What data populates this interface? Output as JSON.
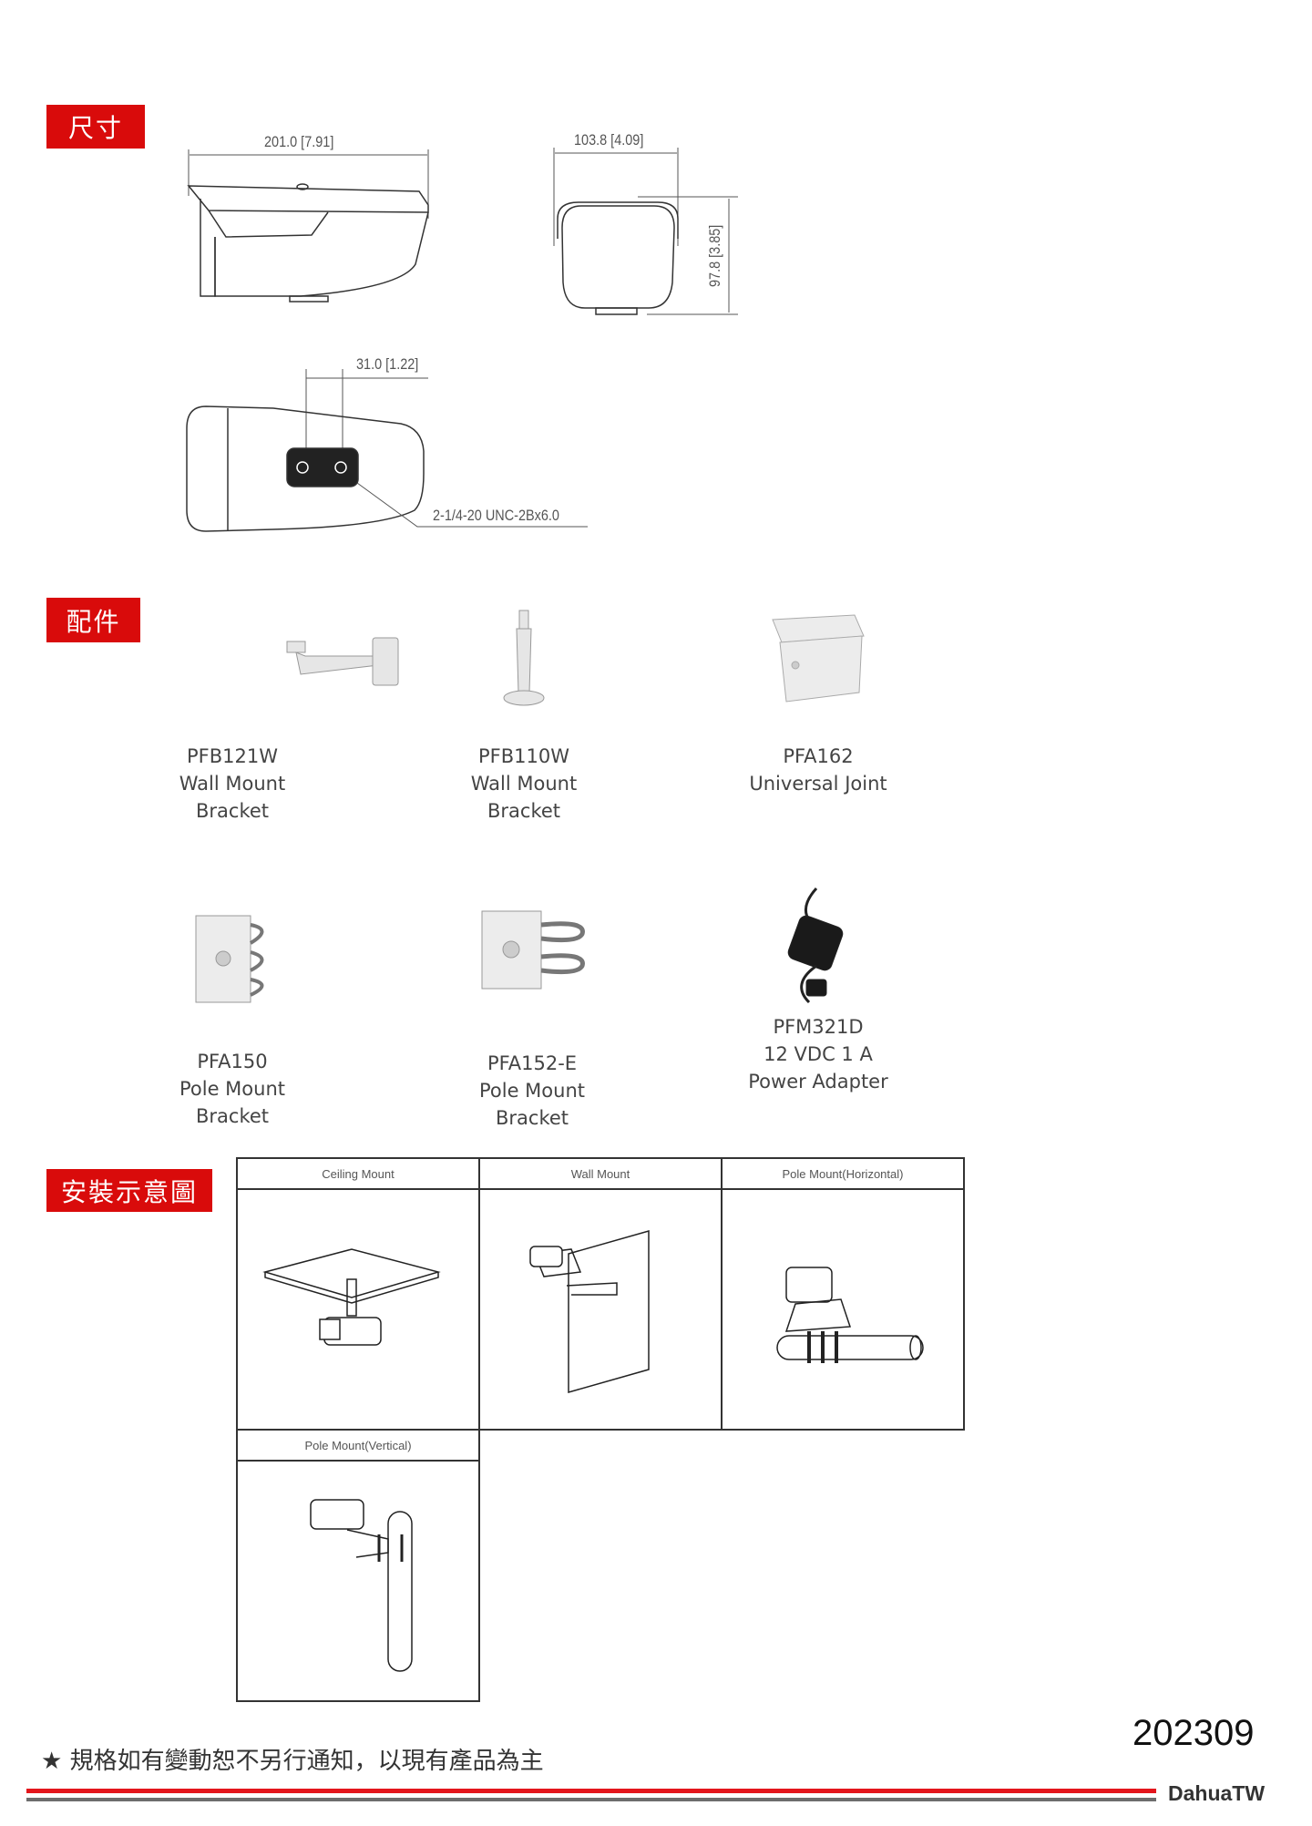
{
  "sections": {
    "dimensions": "尺寸",
    "accessories": "配件",
    "installation": "安裝示意圖"
  },
  "dimensions": {
    "length": "201.0 [7.91]",
    "width": "103.8 [4.09]",
    "height": "97.8 [3.85]",
    "hole_spacing": "31.0 [1.22]",
    "thread": "2-1/4-20 UNC-2Bx6.0"
  },
  "accessories": [
    {
      "model": "PFB121W",
      "line1": "Wall Mount",
      "line2": "Bracket",
      "icon": "wall-mount-bracket"
    },
    {
      "model": "PFB110W",
      "line1": "Wall Mount",
      "line2": "Bracket",
      "icon": "ceiling-wall-mount-bracket"
    },
    {
      "model": "PFA162",
      "line1": "Universal Joint",
      "line2": "",
      "icon": "universal-joint"
    },
    {
      "model": "PFA150",
      "line1": "Pole Mount",
      "line2": "Bracket",
      "icon": "pole-mount-bracket"
    },
    {
      "model": "PFA152-E",
      "line1": "Pole Mount",
      "line2": "Bracket",
      "icon": "pole-mount-bracket-e"
    },
    {
      "model": "PFM321D",
      "line1": "12 VDC 1 A",
      "line2": "Power Adapter",
      "icon": "power-adapter"
    }
  ],
  "mounts": [
    "Ceiling Mount",
    "Wall Mount",
    "Pole Mount(Horizontal)",
    "Pole Mount(Vertical)"
  ],
  "footer": {
    "note": "★ 規格如有變動恕不另行通知，以現有產品為主",
    "date_code": "202309",
    "brand": "DahuaTW",
    "colors": {
      "red": "#e3161c",
      "gray": "#6d6d6d"
    }
  }
}
